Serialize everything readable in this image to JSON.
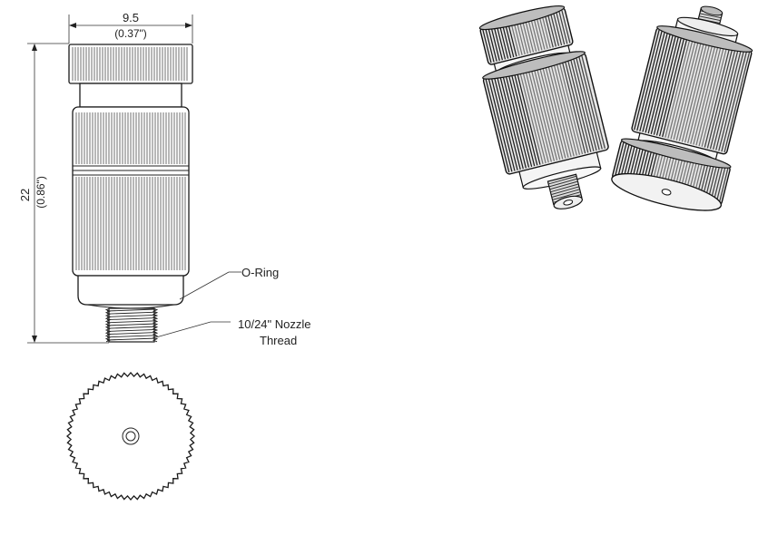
{
  "dimensions": {
    "width_mm": "9.5",
    "width_in": "(0.37\")",
    "height_mm": "22",
    "height_in": "(0.86\")"
  },
  "callouts": {
    "oring": "O-Ring",
    "thread_line1": "10/24\" Nozzle",
    "thread_line2": "Thread"
  },
  "colors": {
    "ink": "#1a1a1a",
    "background": "#ffffff"
  }
}
